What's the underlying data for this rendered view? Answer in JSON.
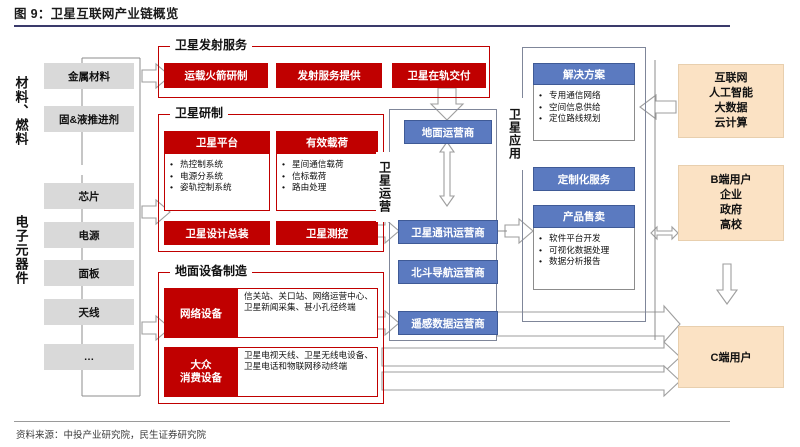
{
  "figure": {
    "number_label": "图 9：",
    "title": "图 9：卫星互联网产业链概览",
    "source": "资料来源：中投产业研究院，民生证券研究院"
  },
  "colors": {
    "red": "#C00000",
    "blue": "#5B7AC0",
    "gray": "#D9D9D9",
    "peach": "#FBE2C4",
    "title_rule": "#3A3A6B"
  },
  "upstream": {
    "label_materials": "材料、燃料",
    "label_components": "电子元器件",
    "items": [
      {
        "label": "金属材料"
      },
      {
        "label": "固&液推进剂"
      },
      {
        "label": "芯片"
      },
      {
        "label": "电源"
      },
      {
        "label": "面板"
      },
      {
        "label": "天线"
      },
      {
        "label": "…"
      }
    ]
  },
  "launch": {
    "group_label": "卫星发射服务",
    "items": [
      {
        "label": "运载火箭研制"
      },
      {
        "label": "发射服务提供"
      },
      {
        "label": "卫星在轨交付"
      }
    ]
  },
  "manufacture": {
    "group_label": "卫星研制",
    "platform": {
      "header": "卫星平台",
      "bullets": [
        "热控制系统",
        "电源分系统",
        "姿轨控制系统"
      ]
    },
    "payload": {
      "header": "有效载荷",
      "bullets": [
        "星间通信载荷",
        "信标载荷",
        "路由处理"
      ]
    },
    "bottom": [
      {
        "label": "卫星设计总装"
      },
      {
        "label": "卫星测控"
      }
    ]
  },
  "ground_equipment": {
    "group_label": "地面设备制造",
    "rows": [
      {
        "name": "网络设备",
        "desc": "信关站、关口站、网络运营中心、卫星新闻采集、甚小孔径终端"
      },
      {
        "name": "大众\n消费设备",
        "name_line1": "大众",
        "name_line2": "消费设备",
        "desc": "卫星电视天线、卫星无线电设备、卫星电话和物联网移动终端"
      }
    ]
  },
  "operations": {
    "vertical_label": "卫星运营",
    "items": [
      {
        "label": "地面运营商"
      },
      {
        "label": "卫星通讯运营商"
      },
      {
        "label": "北斗导航运营商"
      },
      {
        "label": "遥感数据运营商"
      }
    ]
  },
  "application": {
    "vertical_label": "卫星应用",
    "solution": {
      "header": "解决方案",
      "bullets": [
        "专用通信网络",
        "空间信息供给",
        "定位路线规划"
      ]
    },
    "custom_service": {
      "header": "定制化服务"
    },
    "product_sales": {
      "header": "产品售卖",
      "bullets": [
        "软件平台开发",
        "可视化数据处理",
        "数据分析报告"
      ]
    }
  },
  "downstream": {
    "tech": {
      "lines": [
        "互联网",
        "人工智能",
        "大数据",
        "云计算"
      ]
    },
    "b_side": {
      "lines": [
        "B端用户",
        "企业",
        "政府",
        "高校"
      ]
    },
    "c_side": {
      "lines": [
        "C端用户"
      ]
    }
  }
}
